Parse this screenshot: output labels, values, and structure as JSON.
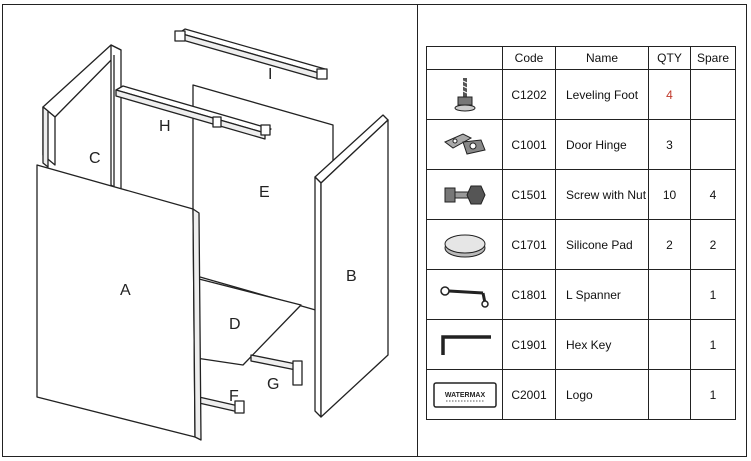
{
  "diagram": {
    "labels": {
      "A": "A",
      "B": "B",
      "C": "C",
      "D": "D",
      "E": "E",
      "F": "F",
      "G": "G",
      "H": "H",
      "I": "I"
    }
  },
  "parts_table": {
    "headers": [
      "",
      "Code",
      "Name",
      "QTY",
      "Spare"
    ],
    "rows": [
      {
        "icon": "leveling-foot-icon",
        "code": "C1202",
        "name": "Leveling Foot",
        "qty": "4",
        "spare": ""
      },
      {
        "icon": "door-hinge-icon",
        "code": "C1001",
        "name": "Door Hinge",
        "qty": "3",
        "spare": ""
      },
      {
        "icon": "screw-with-nut-icon",
        "code": "C1501",
        "name": "Screw with Nut",
        "qty": "10",
        "spare": "4"
      },
      {
        "icon": "silicone-pad-icon",
        "code": "C1701",
        "name": "Silicone Pad",
        "qty": "2",
        "spare": "2"
      },
      {
        "icon": "l-spanner-icon",
        "code": "C1801",
        "name": "L Spanner",
        "qty": "",
        "spare": "1"
      },
      {
        "icon": "hex-key-icon",
        "code": "C1901",
        "name": "Hex Key",
        "qty": "",
        "spare": "1"
      },
      {
        "icon": "logo-plate-icon",
        "code": "C2001",
        "name": "Logo",
        "qty": "",
        "spare": "1",
        "logo_text": "WATERMAX"
      }
    ]
  },
  "colors": {
    "line": "#222222",
    "qty_text": "#c0392b"
  }
}
